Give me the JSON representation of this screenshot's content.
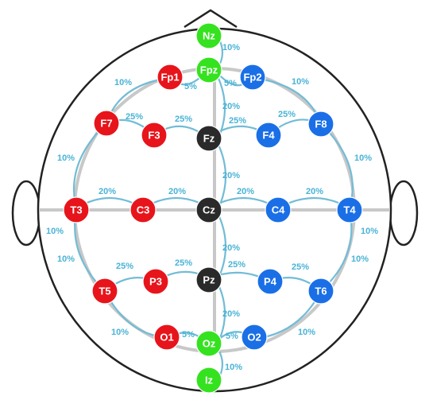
{
  "colors": {
    "red": "#e8141b",
    "blue": "#1a6fe6",
    "green": "#35e21f",
    "black": "#2a2a2a",
    "percent_text": "#4ab3d6",
    "connector": "#72bcd6",
    "grid": "#c8c8c8",
    "outline": "#222222"
  },
  "electrodes": [
    {
      "label": "Nz",
      "color": "green"
    },
    {
      "label": "Fpz",
      "color": "green"
    },
    {
      "label": "Fp1",
      "color": "red"
    },
    {
      "label": "Fp2",
      "color": "blue"
    },
    {
      "label": "F7",
      "color": "red"
    },
    {
      "label": "F3",
      "color": "red"
    },
    {
      "label": "Fz",
      "color": "black"
    },
    {
      "label": "F4",
      "color": "blue"
    },
    {
      "label": "F8",
      "color": "blue"
    },
    {
      "label": "T3",
      "color": "red"
    },
    {
      "label": "C3",
      "color": "red"
    },
    {
      "label": "Cz",
      "color": "black"
    },
    {
      "label": "C4",
      "color": "blue"
    },
    {
      "label": "T4",
      "color": "blue"
    },
    {
      "label": "T5",
      "color": "red"
    },
    {
      "label": "P3",
      "color": "red"
    },
    {
      "label": "Pz",
      "color": "black"
    },
    {
      "label": "P4",
      "color": "blue"
    },
    {
      "label": "T6",
      "color": "blue"
    },
    {
      "label": "O1",
      "color": "red"
    },
    {
      "label": "Oz",
      "color": "green"
    },
    {
      "label": "O2",
      "color": "blue"
    },
    {
      "label": "Iz",
      "color": "green"
    }
  ],
  "percent_labels": [
    "10%",
    "5%",
    "5%",
    "10%",
    "10%",
    "20%",
    "25%",
    "25%",
    "25%",
    "25%",
    "10%",
    "10%",
    "20%",
    "20%",
    "20%",
    "20%",
    "20%",
    "10%",
    "10%",
    "20%",
    "10%",
    "10%",
    "25%",
    "25%",
    "25%",
    "25%",
    "20%",
    "10%",
    "10%",
    "5%",
    "5%",
    "10%"
  ]
}
